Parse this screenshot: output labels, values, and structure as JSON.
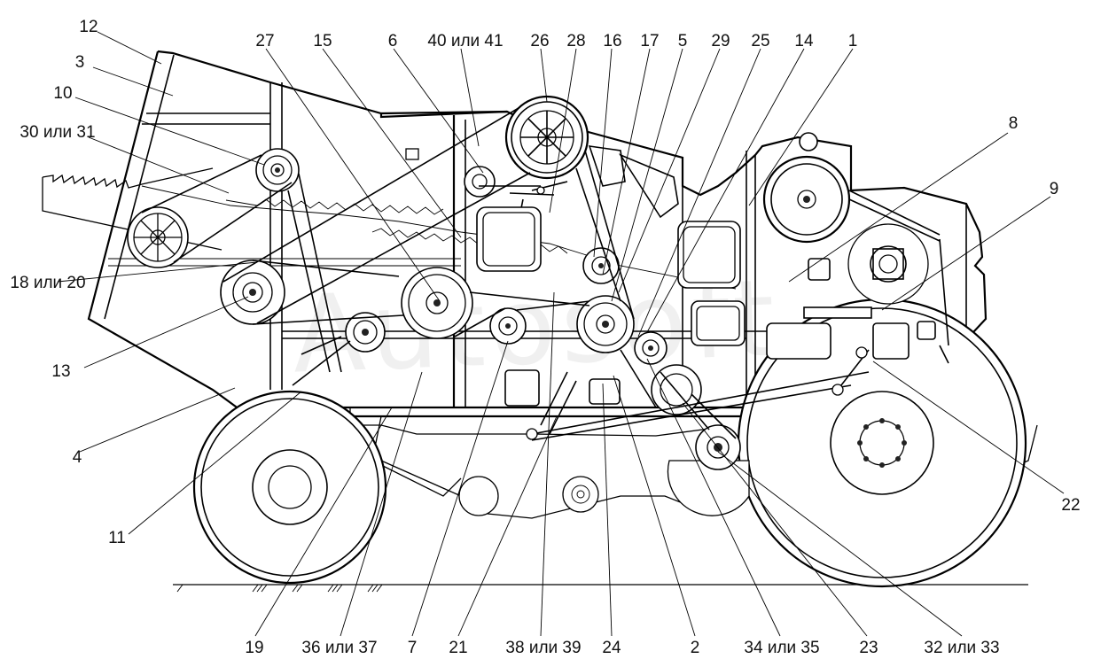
{
  "labels": {
    "l12": "12",
    "l3": "3",
    "l10": "10",
    "l30": "30 или 31",
    "l18": "18 или 20",
    "l13": "13",
    "l4": "4",
    "l11": "11",
    "l27": "27",
    "l15": "15",
    "l6": "6",
    "l40": "40 или 41",
    "l26": "26",
    "l28": "28",
    "l16": "16",
    "l17": "17",
    "l5": "5",
    "l29": "29",
    "l25": "25",
    "l14": "14",
    "l1": "1",
    "l8": "8",
    "l9": "9",
    "l22": "22",
    "l19": "19",
    "l36": "36 или 37",
    "l7": "7",
    "l21": "21",
    "l38": "38 или 39",
    "l24": "24",
    "l2": "2",
    "l34": "34 или 35",
    "l23": "23",
    "l32": "32 или 33"
  },
  "watermark": "Autosoft"
}
